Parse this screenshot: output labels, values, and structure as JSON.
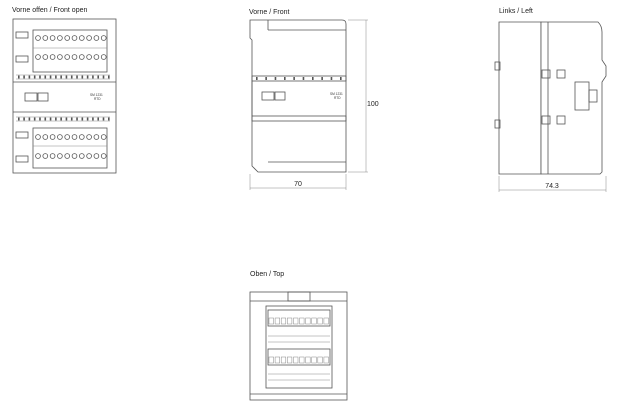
{
  "views": {
    "front_open": {
      "title": "Vorne offen / Front open"
    },
    "front": {
      "title": "Vorne / Front",
      "width": "70",
      "height": "100"
    },
    "left": {
      "title": "Links / Left",
      "depth": "74.3"
    },
    "top": {
      "title": "Oben / Top"
    }
  },
  "module": {
    "line1": "SM 1231",
    "line2": "RTD"
  },
  "colors": {
    "line": "#555555",
    "text": "#222222",
    "background": "#ffffff"
  }
}
